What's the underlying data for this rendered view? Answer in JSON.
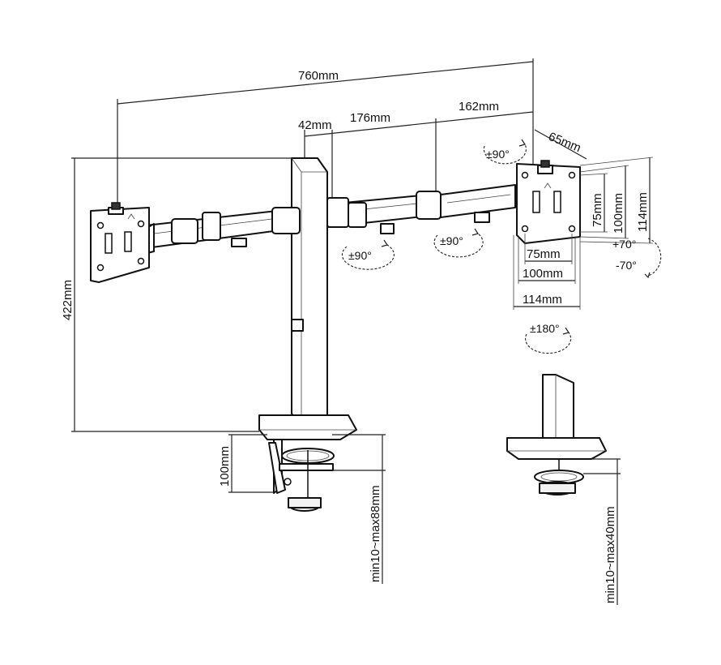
{
  "dimensions": {
    "total_width": "760mm",
    "offset_pole": "42mm",
    "arm_inner": "176mm",
    "arm_outer": "162mm",
    "plate_offset": "65mm",
    "total_height": "422mm",
    "clamp_height": "100mm",
    "clamp_range": "min10~max88mm",
    "grommet_range": "min10~max40mm"
  },
  "vesa": {
    "small": "75mm",
    "medium": "100mm",
    "large": "114mm"
  },
  "rotations": {
    "tilt_top": "±90°",
    "swivel_left": "±90°",
    "swivel_right": "±90°",
    "tilt_up": "+70°",
    "tilt_down": "-70°",
    "rotate": "±180°"
  }
}
